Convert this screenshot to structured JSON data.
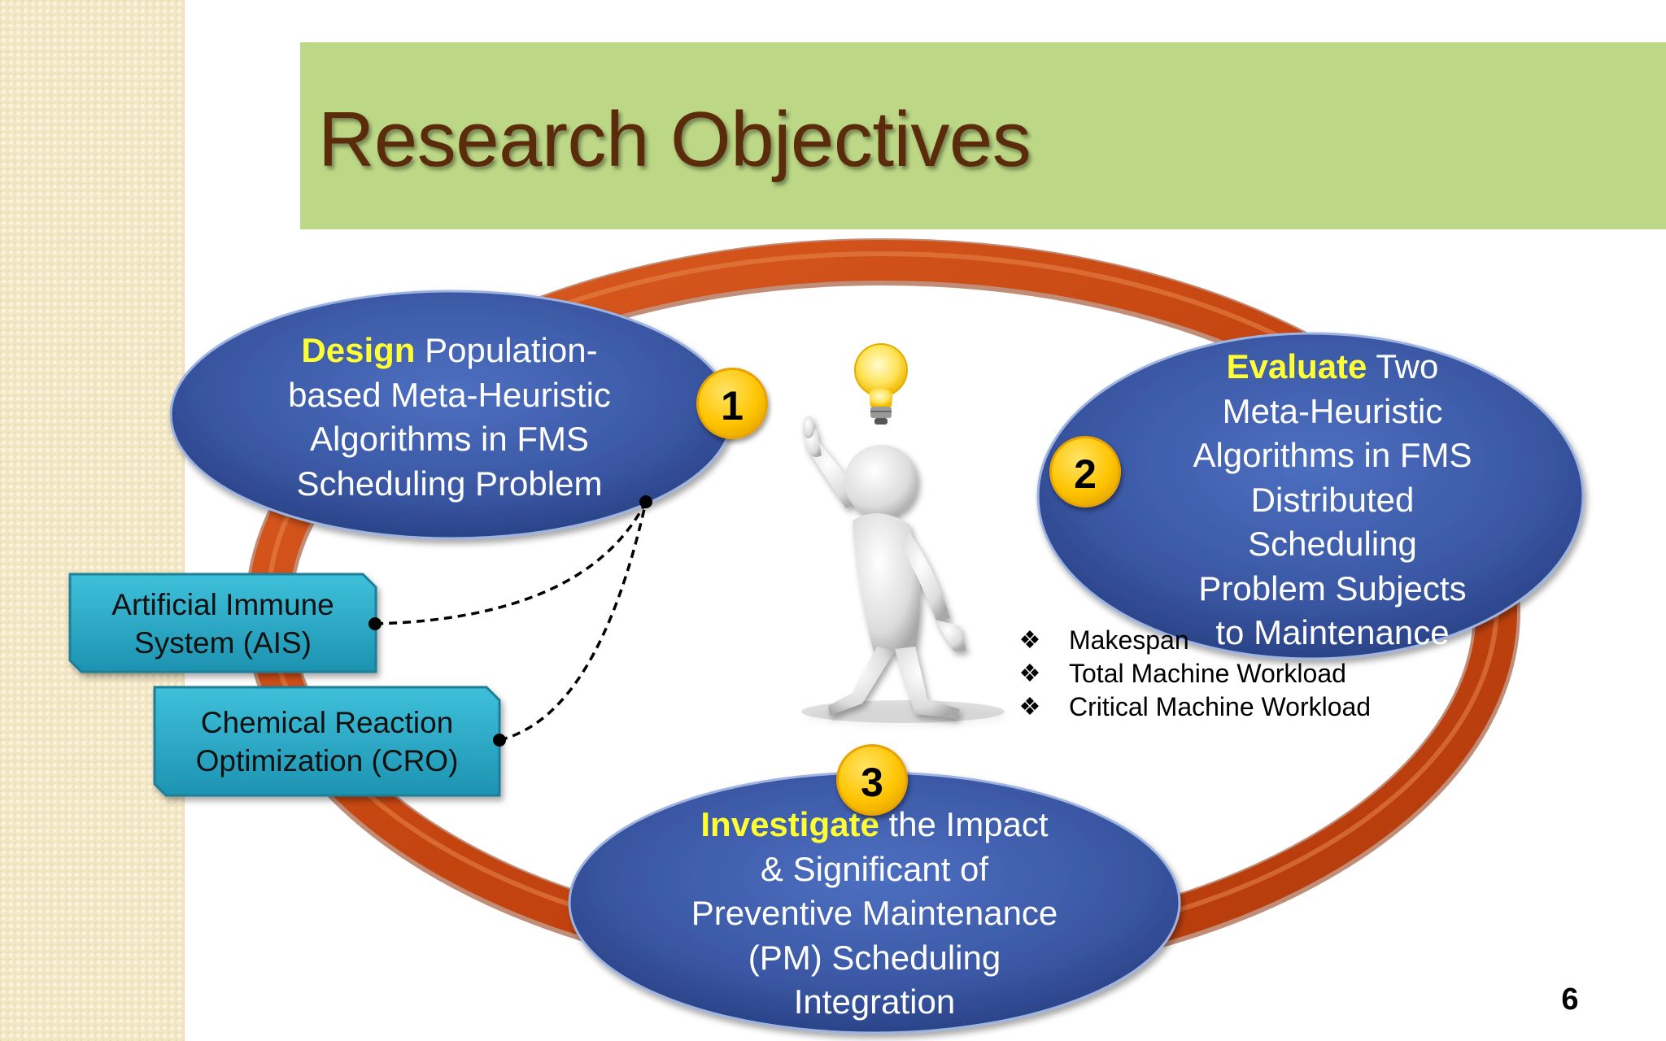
{
  "slide": {
    "title": "Research Objectives",
    "page_number": "6"
  },
  "objectives": [
    {
      "number": "1",
      "keyword": "Design",
      "line1_rest": "Population-",
      "lines": [
        "based Meta-Heuristic",
        "Algorithms in FMS",
        "Scheduling Problem"
      ]
    },
    {
      "number": "2",
      "keyword": "Evaluate",
      "line1_rest": "Two",
      "lines": [
        "Meta-Heuristic",
        "Algorithms in FMS",
        "Distributed",
        "Scheduling",
        "Problem Subjects",
        "to Maintenance"
      ]
    },
    {
      "number": "3",
      "keyword": "Investigate",
      "line1_rest": "the Impact",
      "lines": [
        "& Significant of",
        "Preventive Maintenance",
        "(PM) Scheduling",
        "Integration"
      ]
    }
  ],
  "algorithms": [
    {
      "lines": [
        "Artificial Immune",
        "System (AIS)"
      ]
    },
    {
      "lines": [
        "Chemical Reaction",
        "Optimization (CRO)"
      ]
    }
  ],
  "criteria": [
    "Makespan",
    "Total Machine Workload",
    "Critical Machine Workload"
  ],
  "bullet_glyph": "❖",
  "colors": {
    "title_band": "#bcd785",
    "title_text": "#5b2c0b",
    "ring": "#c94a12",
    "oval_fill": "#3c5aa6",
    "keyword": "#ffff33",
    "number_badge": "#ffc400",
    "algorithm_box": "#2aa8c4"
  },
  "icons": [
    "lightbulb-icon",
    "thinking-figure-icon"
  ]
}
